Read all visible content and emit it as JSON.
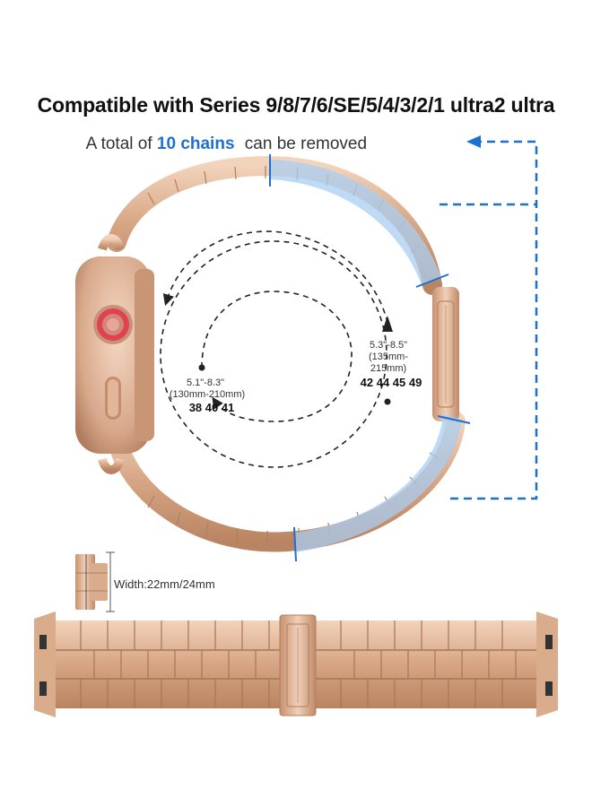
{
  "header": {
    "title": "Compatible with Series 9/8/7/6/SE/5/4/3/2/1 ultra2 ultra"
  },
  "removal_note": {
    "prefix": "A total of",
    "highlight": "10 chains",
    "suffix": "can be removed"
  },
  "sizes": {
    "small": {
      "range_in": "5.1\"-8.3\"",
      "range_mm": "(130mm-210mm)",
      "models": "38 40 41"
    },
    "large": {
      "range_in": "5.3\"-8.5\"",
      "range_mm_line1": "(135mm-",
      "range_mm_line2": "215mm)",
      "models": "42 44 45 49"
    }
  },
  "link_width": {
    "label": "Width:22mm/24mm"
  },
  "colors": {
    "accent_blue": "#1e6fd0",
    "band_rose_gold": "#d9ad8c",
    "removable_overlay": "#a9cdf2"
  }
}
